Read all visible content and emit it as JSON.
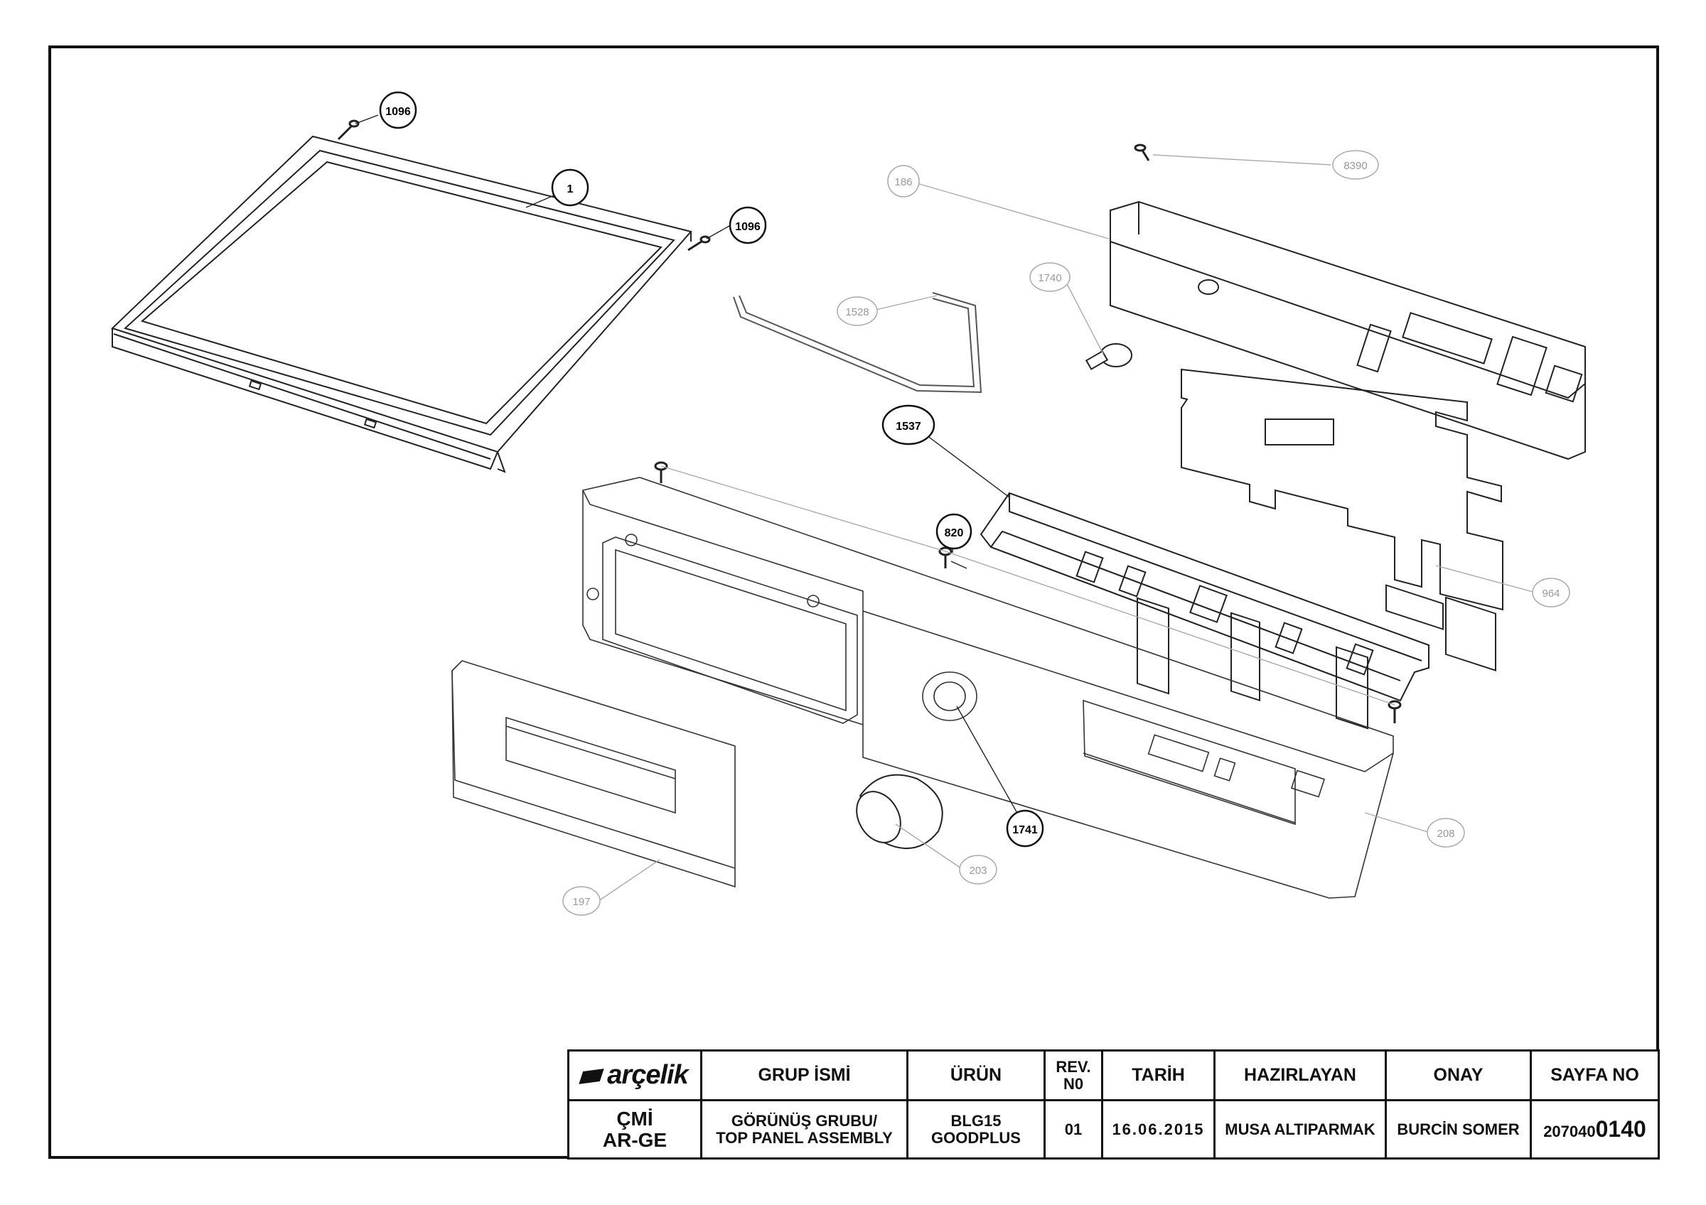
{
  "drawing": {
    "callouts_bold": [
      "1096",
      "1",
      "1096",
      "1537",
      "820",
      "1741"
    ],
    "callouts_light": [
      "186",
      "8390",
      "1740",
      "1528",
      "964",
      "208",
      "203",
      "197"
    ]
  },
  "title_block": {
    "logo_text": "arçelik",
    "headers": {
      "group_name": "GRUP İSMİ",
      "product": "ÜRÜN",
      "rev": "REV.\nN0",
      "date": "TARİH",
      "prepared_by": "HAZIRLAYAN",
      "approved": "ONAY",
      "page_no": "SAYFA NO"
    },
    "values": {
      "department_line1": "ÇMİ",
      "department_line2": "AR-GE",
      "group_name_line1": "GÖRÜNÜŞ GRUBU/",
      "group_name_line2": "TOP PANEL ASSEMBLY",
      "product": "BLG15 GOODPLUS",
      "rev": "01",
      "date": "16.06.2015",
      "prepared_by": "MUSA ALTIPARMAK",
      "approved": "BURCİN SOMER",
      "page_no_prefix": "207040",
      "page_no_suffix": "0140"
    }
  },
  "colors": {
    "line": "#222222",
    "light_line": "#aaaaaa",
    "light_text": "#999999"
  }
}
